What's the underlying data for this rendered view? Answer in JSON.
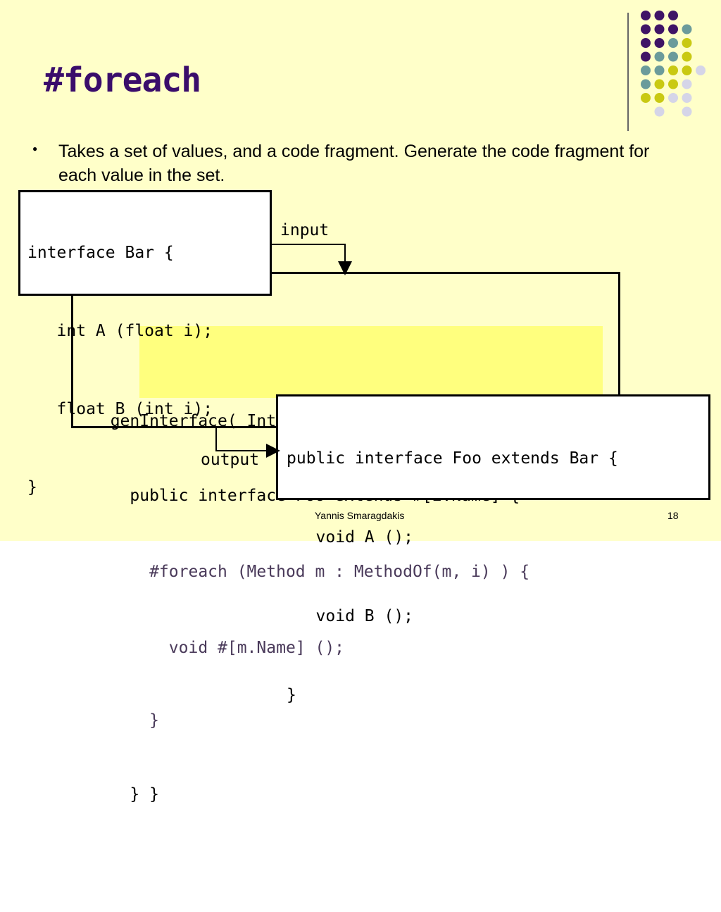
{
  "slide": {
    "title": "#foreach",
    "bullet": "Takes a set of values, and a code fragment.  Generate the code fragment for each value in the set.",
    "input_label": "input",
    "output_label": "output",
    "input_code": [
      "interface Bar {",
      "   int A (float i);",
      "   float B (int i);",
      "}"
    ],
    "template_code": [
      "  genInterface( Interface i ) {",
      "    public interface Foo extends #[i.Name] {",
      "      #foreach (Method m : MethodOf(m, i) ) {",
      "        void #[m.Name] ();",
      "      }",
      "    } }"
    ],
    "output_code": [
      "public interface Foo extends Bar {",
      "   void A ();",
      "   void B ();",
      "}"
    ],
    "footer_author": "Yannis Smaragdakis",
    "page_number": "18"
  },
  "colors": {
    "background": "#ffffc9",
    "title": "#3a0d6b",
    "highlight": "#ffff7e",
    "keyword": "#5a4a6a",
    "dot_purple": "#3f1466",
    "dot_teal": "#6b9b9b",
    "dot_yellow": "#c9c912",
    "dot_lavender": "#d5d5e8"
  }
}
